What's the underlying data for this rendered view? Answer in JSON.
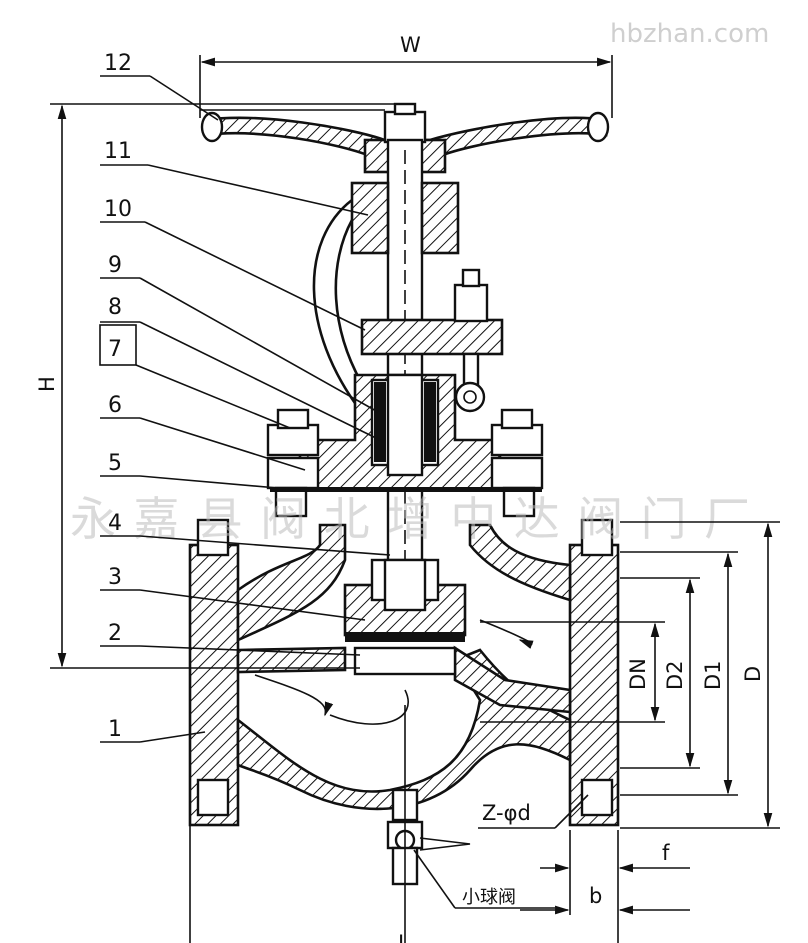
{
  "watermark_site": "hbzhan.com",
  "watermark_company": "永嘉县阀北增中达阀门厂",
  "part_numbers": [
    "1",
    "2",
    "3",
    "4",
    "5",
    "6",
    "7",
    "8",
    "9",
    "10",
    "11",
    "12"
  ],
  "dimensions": {
    "W": "W",
    "H": "H",
    "DN": "DN",
    "D2": "D2",
    "D1": "D1",
    "D": "D",
    "holes": "Z-φd",
    "f": "f",
    "b": "b",
    "L": "L"
  },
  "callout_small_ball_valve": "小球阀"
}
